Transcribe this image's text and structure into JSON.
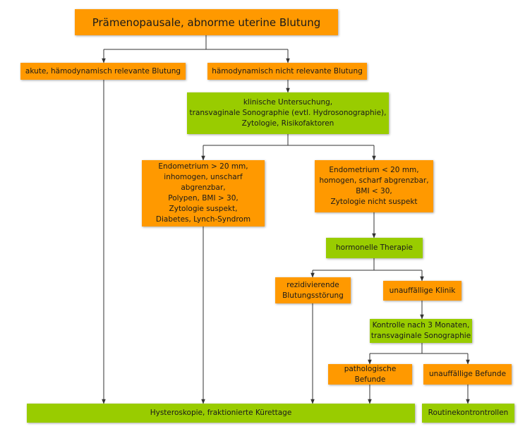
{
  "nodes": {
    "title": "Prämenopausale, abnorme uterine Blutung",
    "acute": "akute, hämodynamisch relevante Blutung",
    "non_relevant": "hämodynamisch nicht relevante Blutung",
    "exam": "klinische Untersuchung,\ntransvaginale Sonographie (evtl. Hydrosonographie),\nZytologie, Risikofaktoren",
    "endo_high": "Endometrium > 20 mm,\ninhomogen, unscharf abgrenzbar,\nPolypen, BMI > 30,\nZytologie suspekt,\nDiabetes, Lynch-Syndrom",
    "endo_low": "Endometrium < 20 mm,\nhomogen, scharf abgrenzbar,\nBMI < 30,\nZytologie nicht suspekt",
    "hormonal": "hormonelle Therapie",
    "recurrent": "rezidivierende\nBlutungsstörung",
    "unremarkable_clinic": "unauffällige Klinik",
    "control": "Kontrolle nach 3 Monaten,\ntransvaginale Sonographie",
    "pathological": "pathologische Befunde",
    "unremarkable_findings": "unauffällige Befunde",
    "hysteroscopy": "Hysteroskopie, fraktionierte Kürettage",
    "routine": "Routinekontrontrollen"
  },
  "colors": {
    "orange": "#ff9900",
    "green": "#99cc00",
    "connector": "#333333"
  }
}
